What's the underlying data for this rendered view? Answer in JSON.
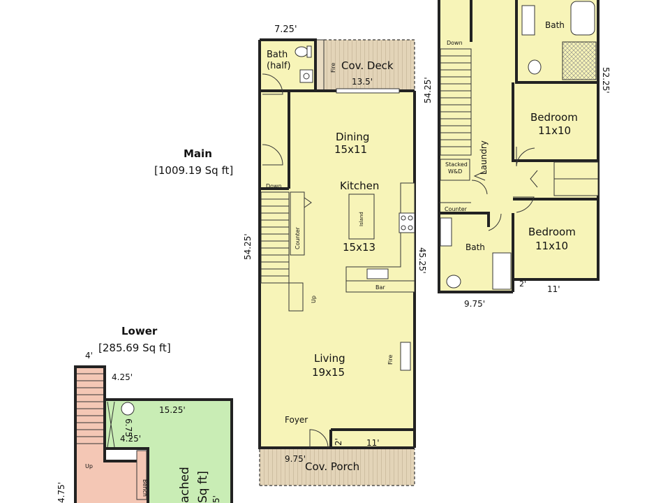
{
  "labels": {
    "main_title": "Main",
    "main_area": "[1009.19 Sq ft]",
    "lower_title": "Lower",
    "lower_area": "[285.69 Sq ft]"
  },
  "main_floor": {
    "bath_half_line1": "Bath",
    "bath_half_line2": "(half)",
    "cov_deck": "Cov. Deck",
    "fire_deck": "Fire",
    "deck_dim": "13.5'",
    "dim_top": "7.25'",
    "dining_name": "Dining",
    "dining_size": "15x11",
    "kitchen_name": "Kitchen",
    "kitchen_size": "15x13",
    "island": "Island",
    "down": "Down",
    "counter": "Counter",
    "bar": "Bar",
    "up": "Up",
    "living_name": "Living",
    "living_size": "19x15",
    "fire_living": "Fire",
    "foyer": "Foyer",
    "dim_left": "54.25'",
    "dim_right": "45.25'",
    "dim_2": "2'",
    "dim_11": "11'",
    "dim_975": "9.75'",
    "cov_porch": "Cov. Porch"
  },
  "upper_floor": {
    "down": "Down",
    "bath_top": "Bath",
    "dim_5425": "54.25'",
    "dim_5225": "52.25'",
    "bedroom1_name": "Bedroom",
    "bedroom1_size": "11x10",
    "laundry": "Laundry",
    "stacked_line1": "Stacked",
    "stacked_line2": "W&D",
    "counter": "Counter",
    "bedroom2_name": "Bedroom",
    "bedroom2_size": "11x10",
    "bath_bottom": "Bath",
    "dim_4525": "45.25'",
    "dim_2": "2'",
    "dim_11": "11'",
    "dim_975": "9.75'"
  },
  "lower_floor": {
    "dim_4": "4'",
    "dim_425a": "4.25'",
    "dim_1525": "15.25'",
    "dim_675": "6.75'",
    "dim_425b": "4.25'",
    "up": "Up",
    "bench": "Bench",
    "dim_475": "4.75'",
    "attached_text": "ached",
    "sqft_text": "Sq ft]",
    "edge_5": "5'"
  },
  "colors": {
    "room_yellow": "#f7f4b8",
    "lower_green": "#c9edb5",
    "lower_pink": "#f4c7b5",
    "deck_tan": "#e3d4b8",
    "wall": "#222222"
  }
}
